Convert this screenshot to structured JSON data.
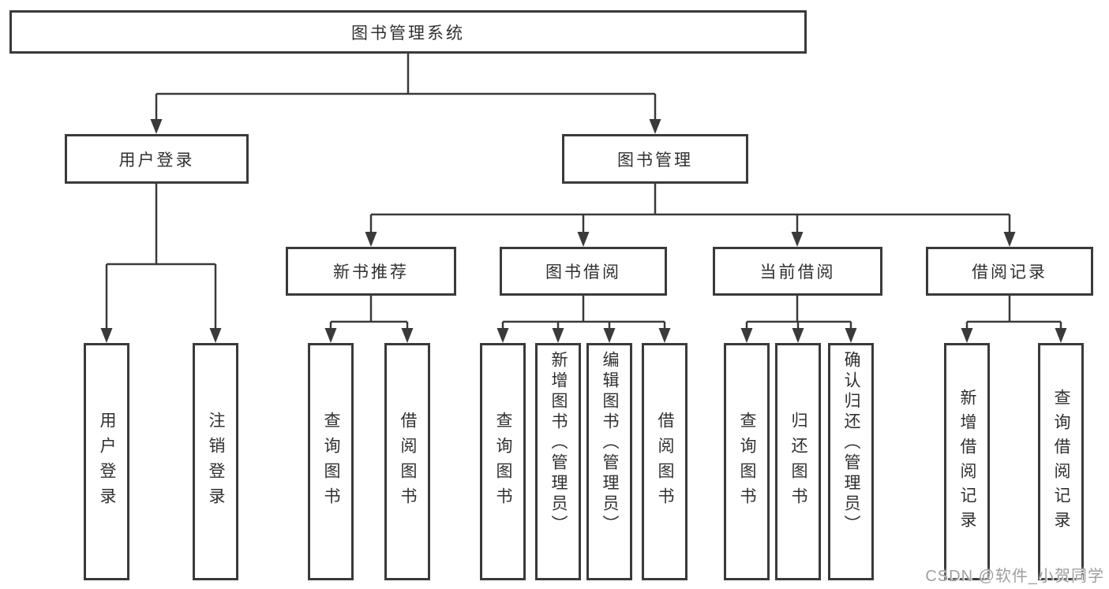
{
  "tree": {
    "label": "图书管理系统",
    "children": [
      {
        "label": "用户登录",
        "children": [
          {
            "label": "用户登录"
          },
          {
            "label": "注销登录"
          }
        ]
      },
      {
        "label": "图书管理",
        "children": [
          {
            "label": "新书推荐",
            "children": [
              {
                "label": "查询图书"
              },
              {
                "label": "借阅图书"
              }
            ]
          },
          {
            "label": "图书借阅",
            "children": [
              {
                "label": "查询图书"
              },
              {
                "label": "新增图书（管理员）"
              },
              {
                "label": "编辑图书（管理员）"
              },
              {
                "label": "借阅图书"
              }
            ]
          },
          {
            "label": "当前借阅",
            "children": [
              {
                "label": "查询图书"
              },
              {
                "label": "归还图书"
              },
              {
                "label": "确认归还（管理员）"
              }
            ]
          },
          {
            "label": "借阅记录",
            "children": [
              {
                "label": "新增借阅记录"
              },
              {
                "label": "查询借阅记录"
              }
            ]
          }
        ]
      }
    ]
  },
  "watermark": "CSDN @软件_小贺同学",
  "colors": {
    "line": "#3a3a3a",
    "text": "#303030",
    "box_bg": "#ffffff",
    "background": "#ffffff",
    "watermark": "#9f9f9f"
  }
}
